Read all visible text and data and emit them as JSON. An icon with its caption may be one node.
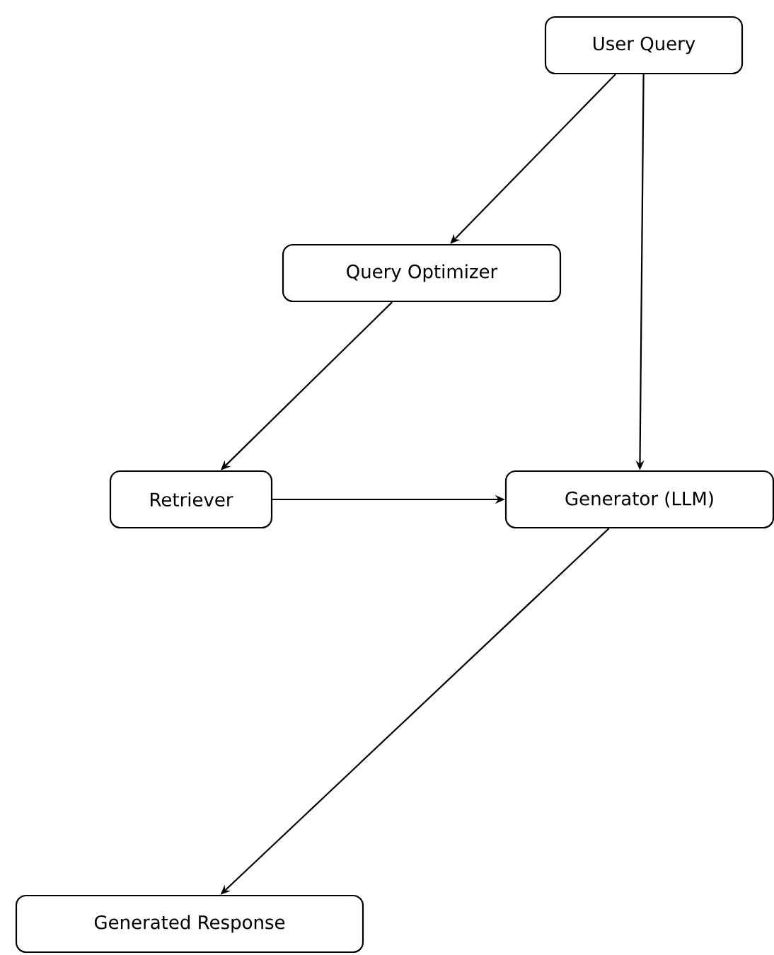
{
  "diagram": {
    "nodes": [
      {
        "text": [
          "User Query"
        ]
      },
      {
        "text": [
          "Query Optimizer"
        ]
      },
      {
        "text": [
          "Retriever"
        ]
      },
      {
        "text": [
          "Generator (LLM)"
        ]
      },
      {
        "text": [
          "Generated Response"
        ]
      }
    ],
    "edges": [
      {
        "from": 0,
        "to": 1,
        "arrow": "to"
      },
      {
        "from": 0,
        "to": 3,
        "arrow": "to"
      },
      {
        "from": 1,
        "to": 2,
        "arrow": "to"
      },
      {
        "from": 2,
        "to": 3,
        "arrow": "to"
      },
      {
        "from": 3,
        "to": 4,
        "arrow": "to"
      }
    ]
  }
}
